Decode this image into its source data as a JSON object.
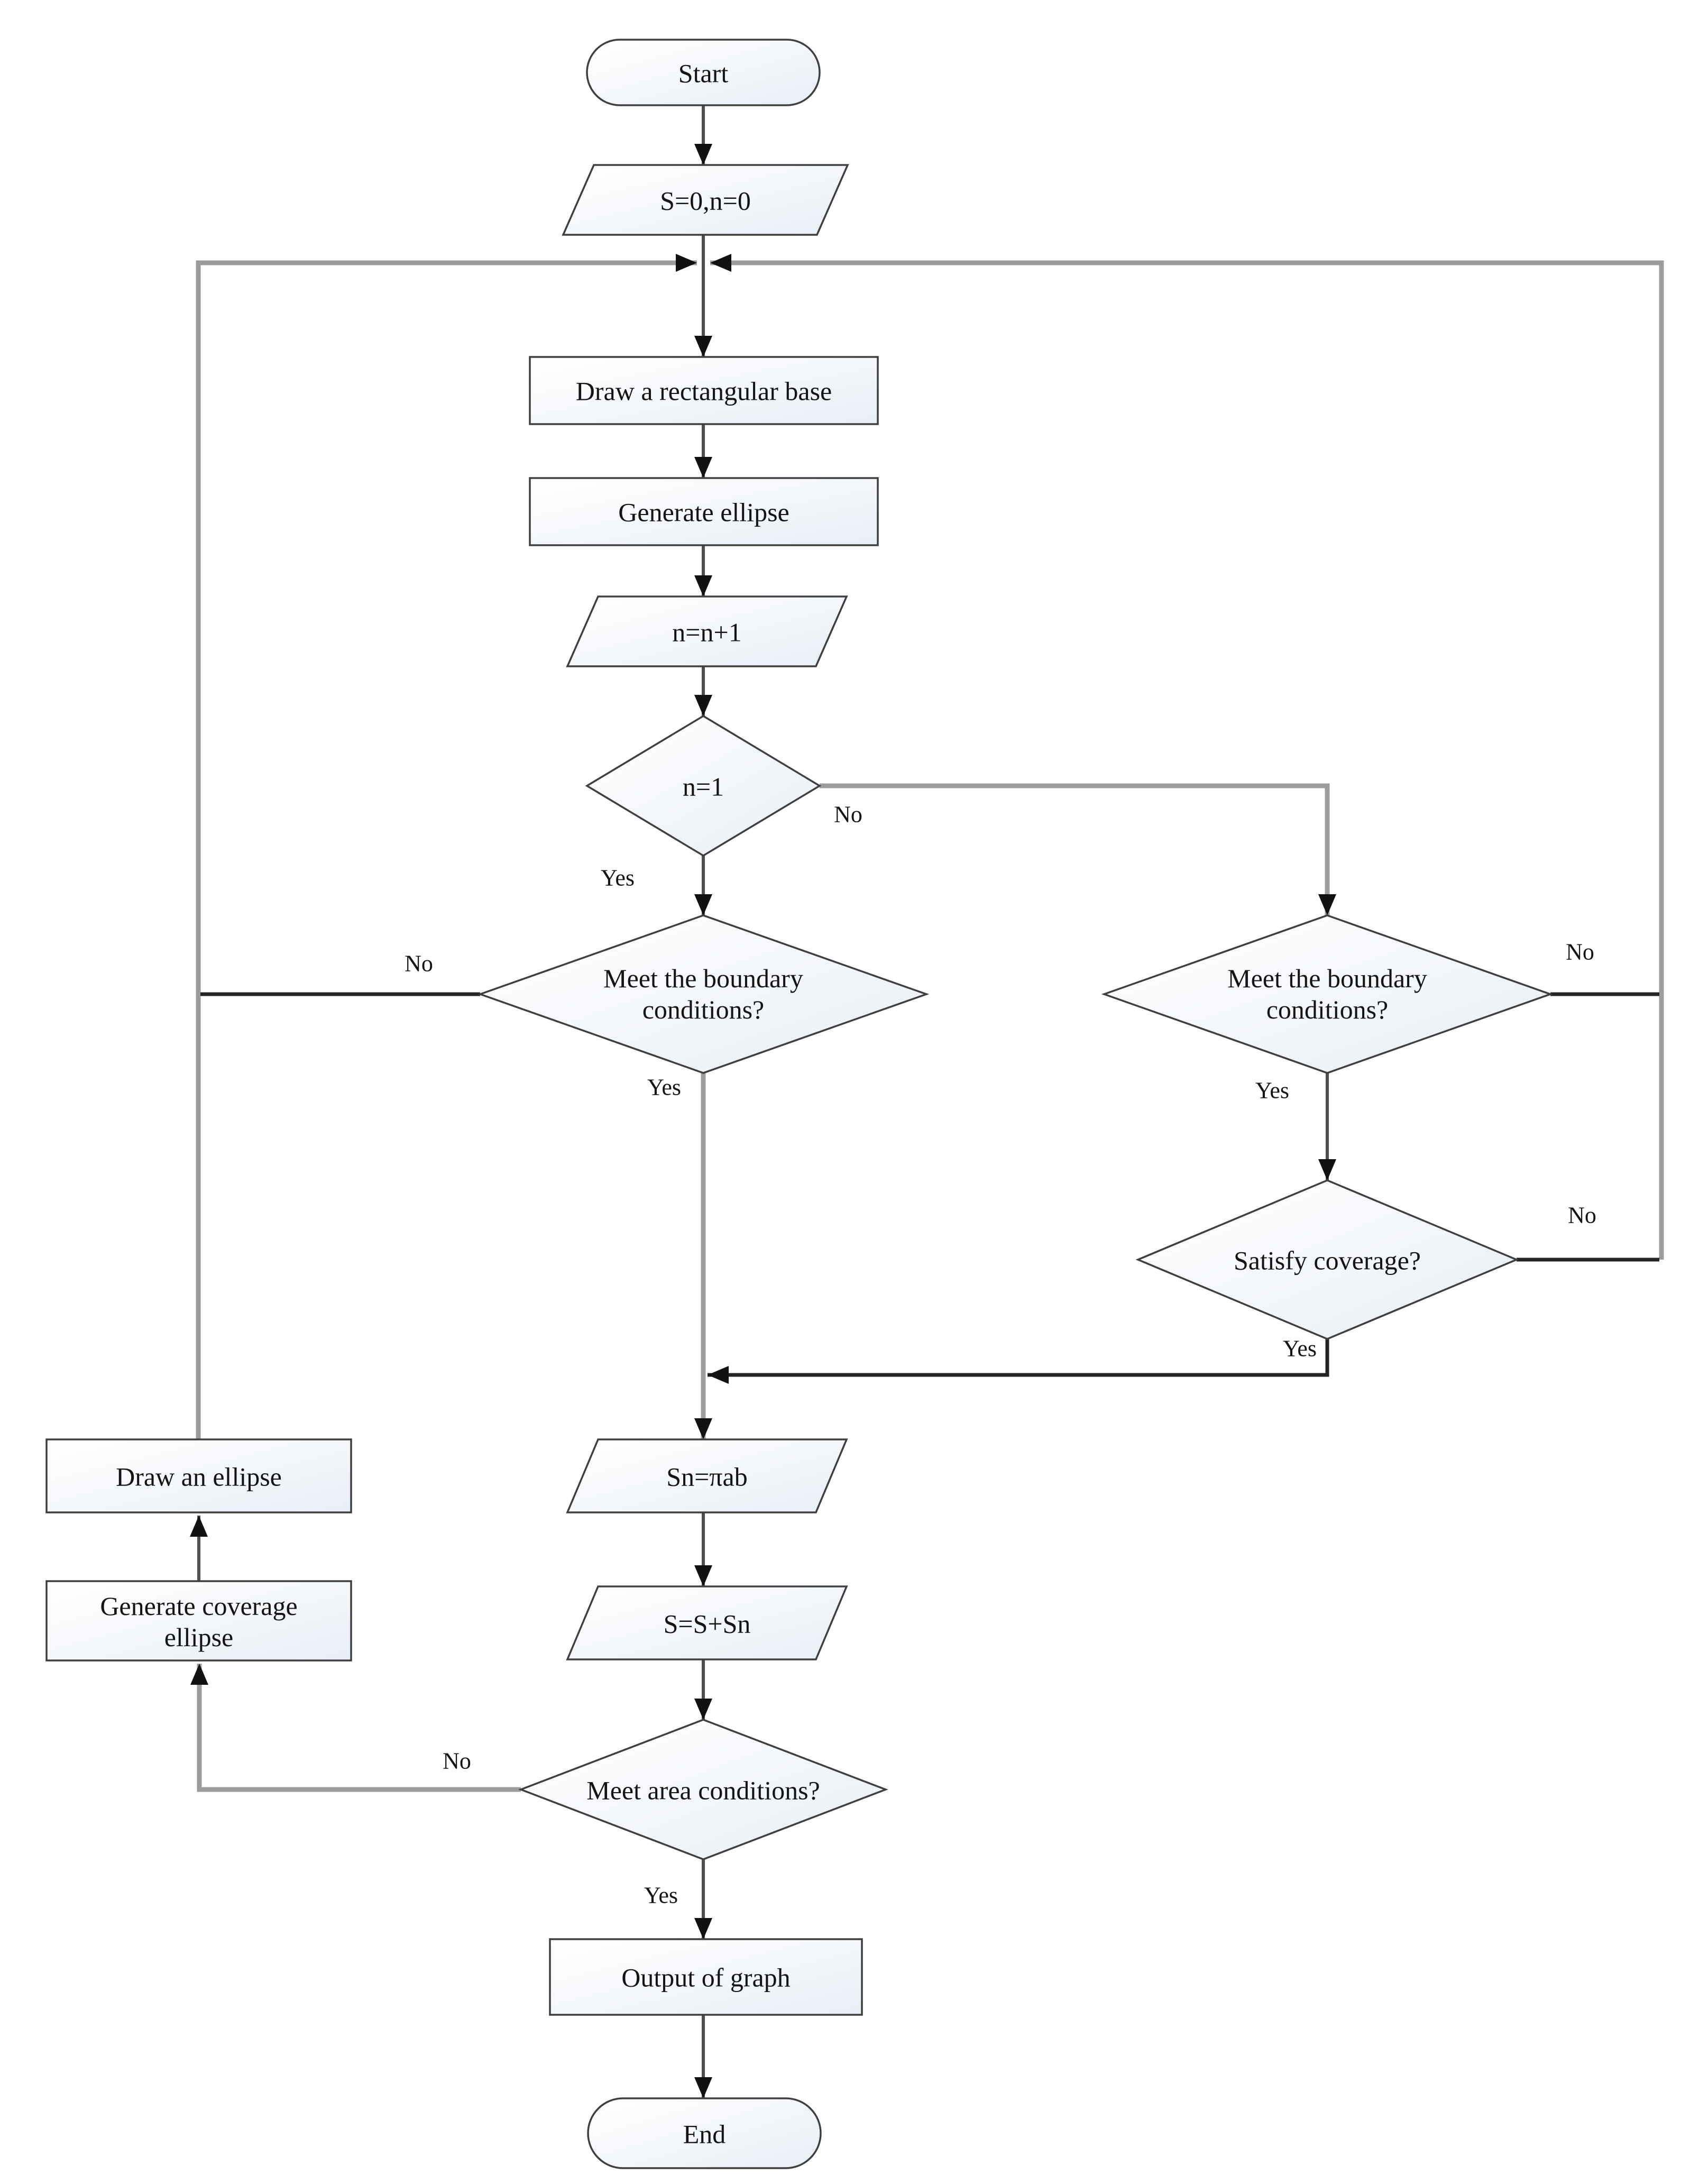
{
  "diagram": {
    "type": "flowchart",
    "colors": {
      "background": "#ffffff",
      "node_fill_top": "#ffffff",
      "node_fill_bottom": "#e8eef6",
      "node_border": "#3f3f3f",
      "connector_stem": "#4f4f4f",
      "connector_loop": "#9c9c9c",
      "connector_branch": "#242424",
      "arrowhead": "#111111",
      "text": "#141414"
    },
    "nodes": {
      "start": {
        "label": "Start",
        "shape": "terminator"
      },
      "init": {
        "label": "S=0,n=0",
        "shape": "data"
      },
      "draw_base": {
        "label": "Draw a rectangular base",
        "shape": "process"
      },
      "generate_ellipse": {
        "label": "Generate ellipse",
        "shape": "process"
      },
      "increment": {
        "label": "n=n+1",
        "shape": "data"
      },
      "n_equals_1": {
        "label": "n=1",
        "shape": "decision"
      },
      "boundary_left": {
        "label": "Meet the boundary\nconditions?",
        "shape": "decision"
      },
      "boundary_right": {
        "label": "Meet the boundary\nconditions?",
        "shape": "decision"
      },
      "satisfy_coverage": {
        "label": "Satisfy coverage?",
        "shape": "decision"
      },
      "area_sn": {
        "label": "Sn=πab",
        "shape": "data"
      },
      "accumulate": {
        "label": "S=S+Sn",
        "shape": "data"
      },
      "area_conditions": {
        "label": "Meet area conditions?",
        "shape": "decision"
      },
      "output": {
        "label": "Output of graph",
        "shape": "process"
      },
      "end": {
        "label": "End",
        "shape": "terminator"
      },
      "draw_ellipse": {
        "label": "Draw an ellipse",
        "shape": "process"
      },
      "generate_coverage": {
        "label": "Generate coverage\nellipse",
        "shape": "process"
      }
    },
    "edges": [
      {
        "from": "start",
        "to": "init",
        "label": ""
      },
      {
        "from": "init",
        "to": "draw_base",
        "label": ""
      },
      {
        "from": "draw_base",
        "to": "generate_ellipse",
        "label": ""
      },
      {
        "from": "generate_ellipse",
        "to": "increment",
        "label": ""
      },
      {
        "from": "increment",
        "to": "n_equals_1",
        "label": ""
      },
      {
        "from": "n_equals_1",
        "to": "boundary_left",
        "label": "Yes"
      },
      {
        "from": "n_equals_1",
        "to": "boundary_right",
        "label": "No"
      },
      {
        "from": "boundary_left",
        "to": "area_sn",
        "label": "Yes"
      },
      {
        "from": "boundary_left",
        "to": "draw_base",
        "label": "No"
      },
      {
        "from": "boundary_right",
        "to": "satisfy_coverage",
        "label": "Yes"
      },
      {
        "from": "boundary_right",
        "to": "draw_base",
        "label": "No"
      },
      {
        "from": "satisfy_coverage",
        "to": "area_sn",
        "label": "Yes"
      },
      {
        "from": "satisfy_coverage",
        "to": "draw_base",
        "label": "No"
      },
      {
        "from": "area_sn",
        "to": "accumulate",
        "label": ""
      },
      {
        "from": "accumulate",
        "to": "area_conditions",
        "label": ""
      },
      {
        "from": "area_conditions",
        "to": "output",
        "label": "Yes"
      },
      {
        "from": "area_conditions",
        "to": "generate_coverage",
        "label": "No"
      },
      {
        "from": "generate_coverage",
        "to": "draw_ellipse",
        "label": ""
      },
      {
        "from": "draw_ellipse",
        "to": "draw_base",
        "label": ""
      },
      {
        "from": "output",
        "to": "end",
        "label": ""
      }
    ]
  }
}
